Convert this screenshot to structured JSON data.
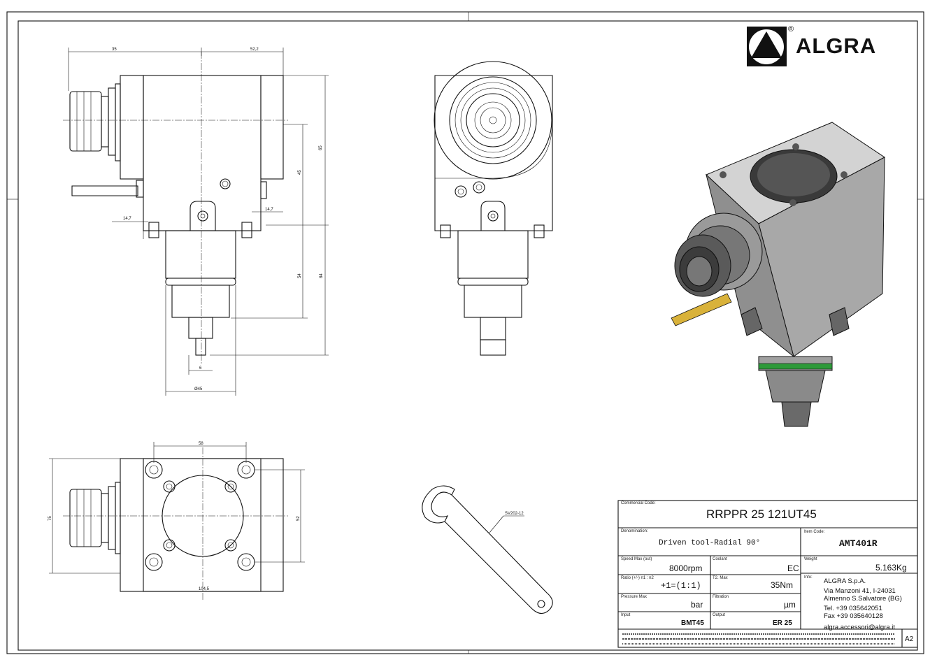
{
  "brand": {
    "name": "ALGRA",
    "registered": "®"
  },
  "dimensions": {
    "d35_top": "35",
    "d52_2": "52,2",
    "d14_7_left": "14,7",
    "d14_7_right": "14,7",
    "d45": "45",
    "d65": "65",
    "d54": "54",
    "d84": "84",
    "d6": "6",
    "dphi45": "Ø45",
    "d58": "58",
    "d52": "52",
    "d75": "75",
    "d104_5": "104,5"
  },
  "wrench_label": "SV202-12",
  "title_block": {
    "commercial_code_label": "Commercial Code:",
    "commercial_code": "RRPPR 25 121UT45",
    "denomination_label": "Denomination:",
    "denomination": "Driven tool-Radial 90°",
    "item_code_label": "Item Code:",
    "item_code": "AMT401R",
    "speed_label": "Speed Max (out)",
    "speed_value": "8000",
    "speed_unit": "rpm",
    "coolant_label": "Coolant",
    "coolant_value": "EC",
    "weight_label": "Weight",
    "weight_value": "5.163Kg",
    "ratio_label": "Ratio (+/-) n1 : n2",
    "ratio_value": "+1=(1:1)",
    "torque_label": "T2. Max",
    "torque_value": "35",
    "torque_unit": "Nm",
    "info_label": "Info:",
    "info_lines": [
      "ALGRA S.p.A.",
      "Via Manzoni 41, I-24031",
      "Almenno S.Salvatore (BG)",
      "Tel. +39 035642051",
      "Fax +39 035640128",
      "algra.accessori@algra.it"
    ],
    "pressure_label": "Pressure Max",
    "pressure_unit": "bar",
    "filtration_label": "Filtration",
    "filtration_unit": "µm",
    "input_label": "Input",
    "input_value": "BMT45",
    "output_label": "Output",
    "output_value": "ER 25",
    "sheet_size": "A2"
  },
  "colors": {
    "line": "#111111",
    "body_gray": "#b9b9b9",
    "shadow_gray": "#7e7e7e",
    "accent_green": "#2e9a3a",
    "rod_yellow": "#d9b23a"
  }
}
